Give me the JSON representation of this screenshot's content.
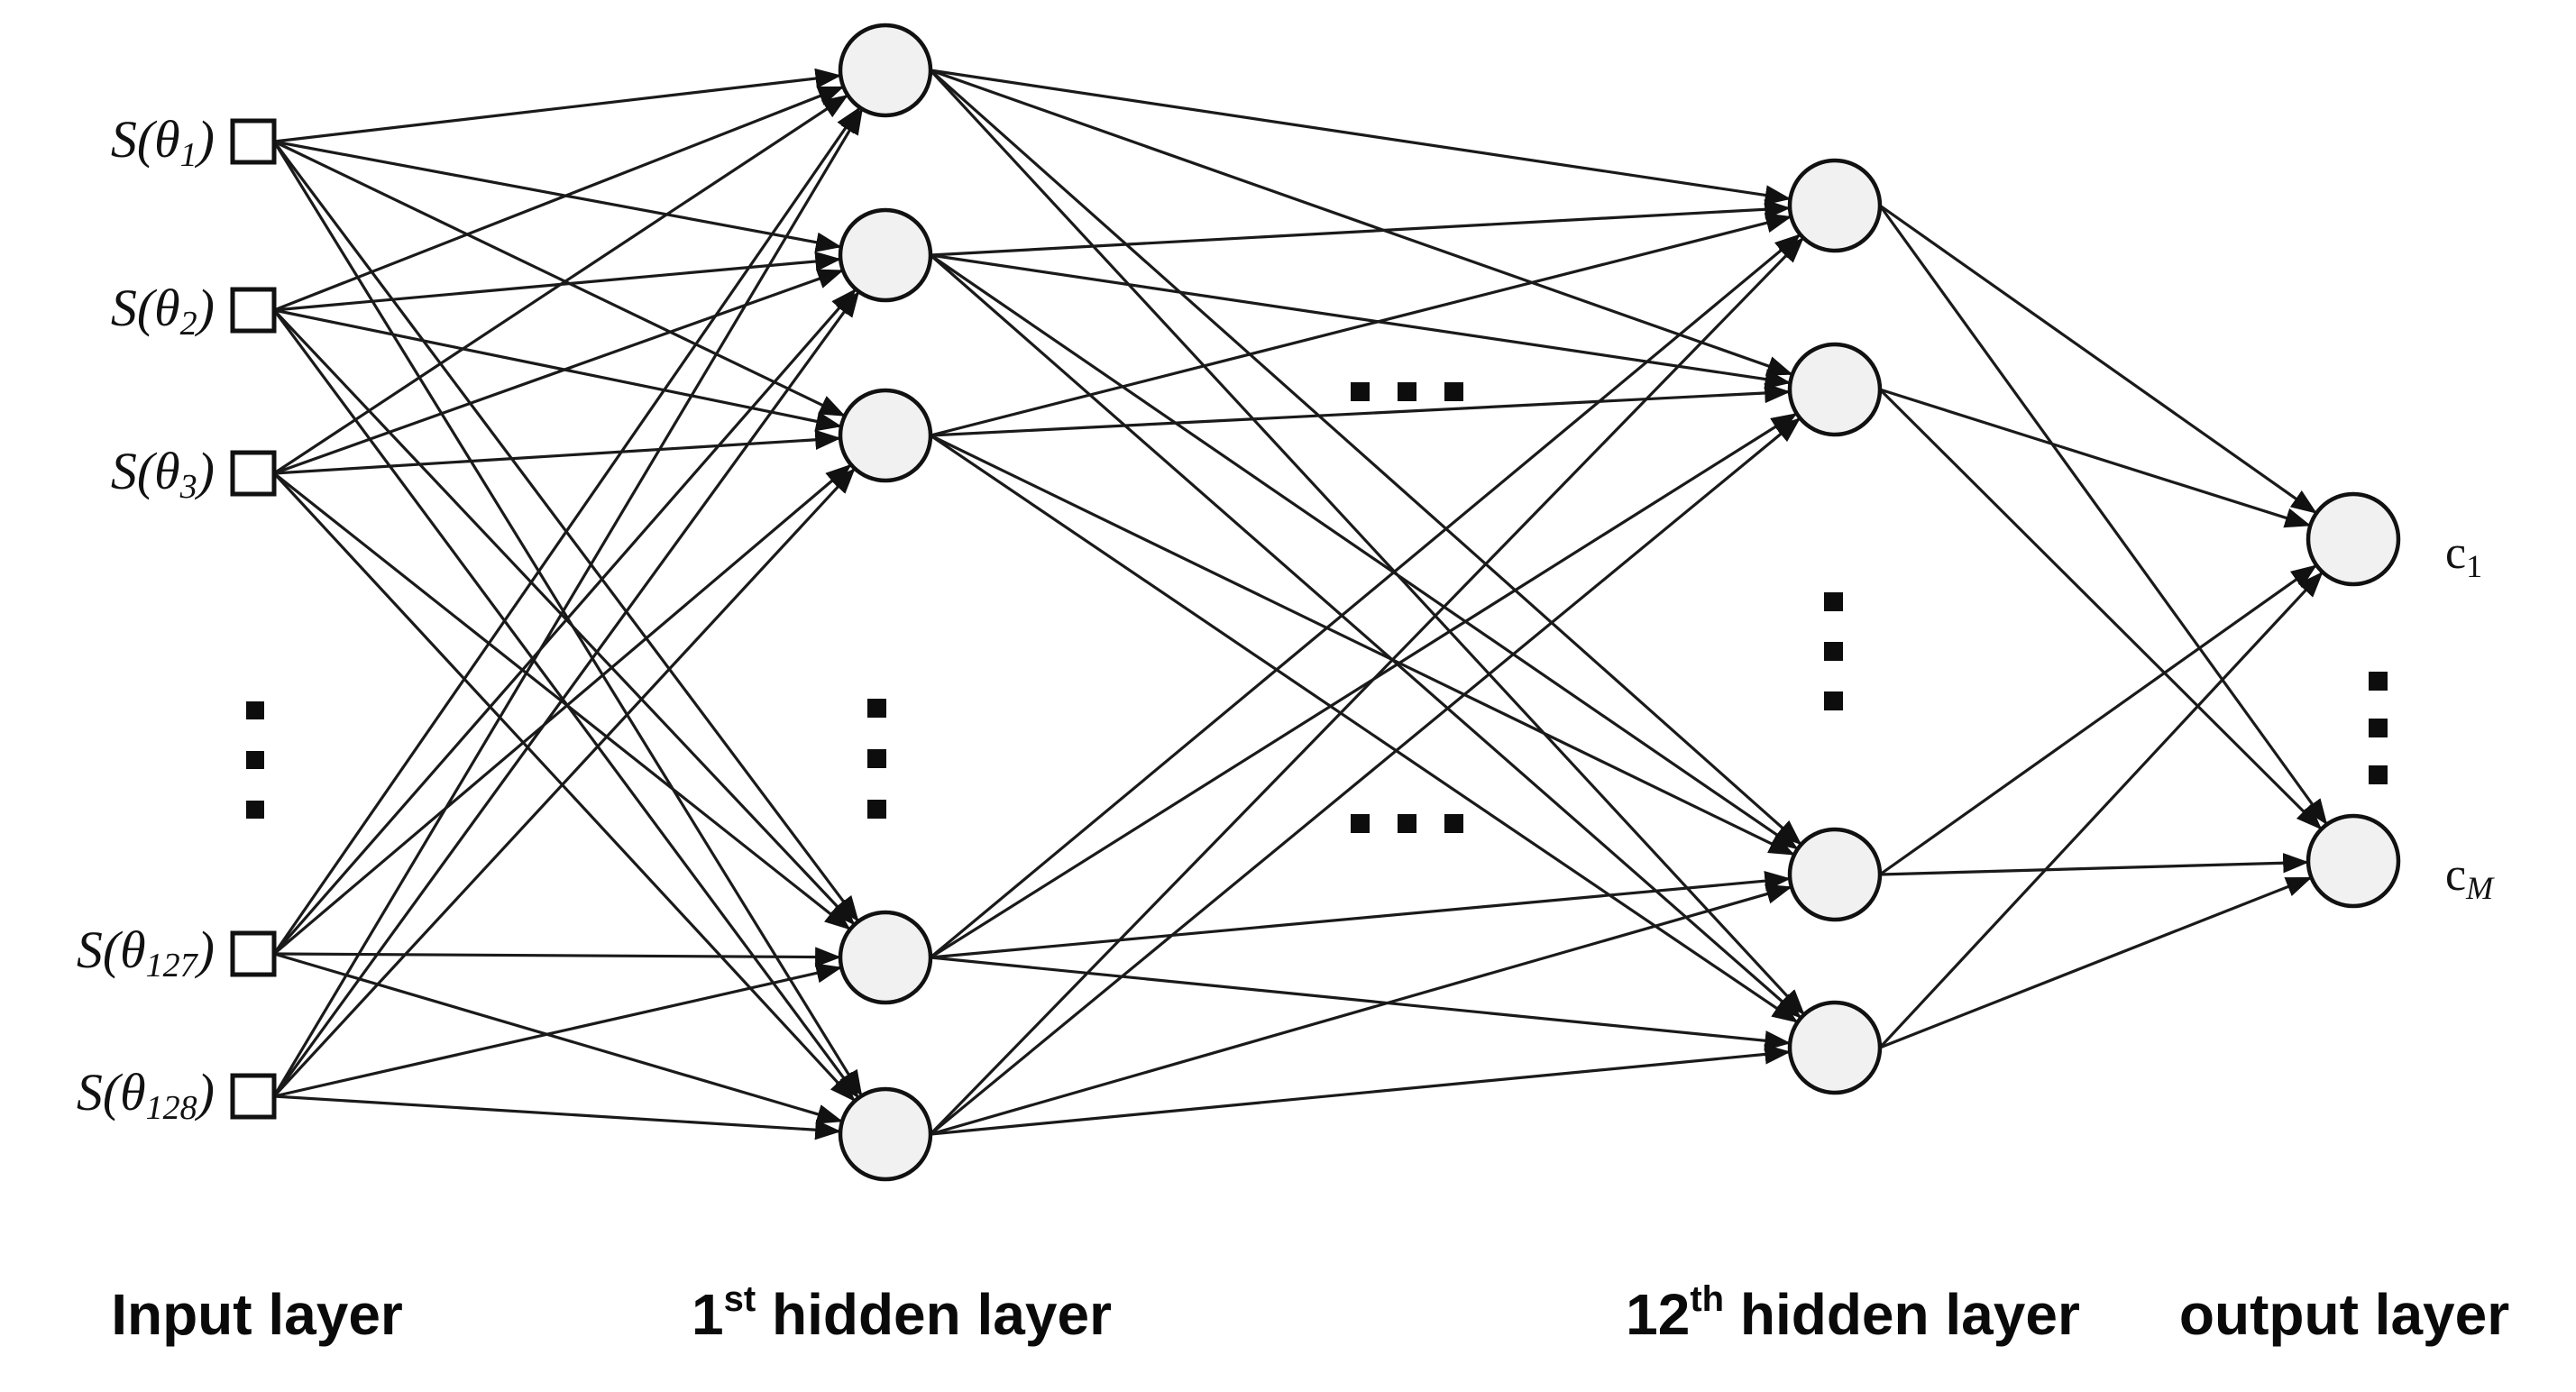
{
  "figure": {
    "title": "Deep neural network architecture diagram",
    "background_color": "#ffffff",
    "node_fill_color": "#f1f1f1",
    "node_stroke_color": "#111111",
    "edge_color": "#1a1a1a"
  },
  "layers": {
    "input": {
      "caption": "Input layer",
      "caption_superscript": "",
      "node_shape": "square",
      "labels": [
        {
          "base": "S(",
          "sym": "θ",
          "sub": "1",
          "close": ")"
        },
        {
          "base": "S(",
          "sym": "θ",
          "sub": "2",
          "close": ")"
        },
        {
          "base": "S(",
          "sym": "θ",
          "sub": "3",
          "close": ")"
        },
        {
          "base": "S(",
          "sym": "θ",
          "sub": "127",
          "close": ")"
        },
        {
          "base": "S(",
          "sym": "θ",
          "sub": "128",
          "close": ")"
        }
      ],
      "ellipsis": "vertical-3-dot"
    },
    "hidden_first": {
      "caption_prefix": "1",
      "caption_superscript": "st",
      "caption_suffix": " hidden layer",
      "node_shape": "circle",
      "visible_node_count": 5,
      "ellipsis": "vertical-3-dot"
    },
    "hidden_last": {
      "caption_prefix": "12",
      "caption_superscript": "th",
      "caption_suffix": " hidden layer",
      "node_shape": "circle",
      "visible_node_count": 4,
      "ellipsis": "vertical-3-dot"
    },
    "output": {
      "caption": "output layer",
      "caption_superscript": "",
      "node_shape": "circle",
      "visible_node_count": 2,
      "labels": [
        {
          "base": "c",
          "sub": "1",
          "sub_style": "upright"
        },
        {
          "base": "c",
          "sub": "M",
          "sub_style": "italic"
        }
      ],
      "ellipsis": "vertical-3-dot"
    }
  },
  "between_layer_ellipses": [
    {
      "name": "upper-horizontal-ellipsis",
      "style": "horizontal-3-dot"
    },
    {
      "name": "lower-horizontal-ellipsis",
      "style": "horizontal-3-dot"
    }
  ],
  "chart_data": {
    "type": "diagram",
    "title": "Deep neural network architecture",
    "layer_names": [
      "Input layer",
      "1st hidden layer",
      "12th hidden layer",
      "output layer"
    ],
    "input_units_total": 128,
    "input_unit_labels_shown": [
      "S(θ1)",
      "S(θ2)",
      "S(θ3)",
      "S(θ127)",
      "S(θ128)"
    ],
    "hidden_layer_count": 12,
    "hidden_nodes_shown_first": 5,
    "hidden_nodes_shown_last": 4,
    "output_units_total": "M",
    "output_unit_labels_shown": [
      "c1",
      "cM"
    ],
    "connectivity": "fully-connected (feed-forward, arrows left to right)"
  }
}
